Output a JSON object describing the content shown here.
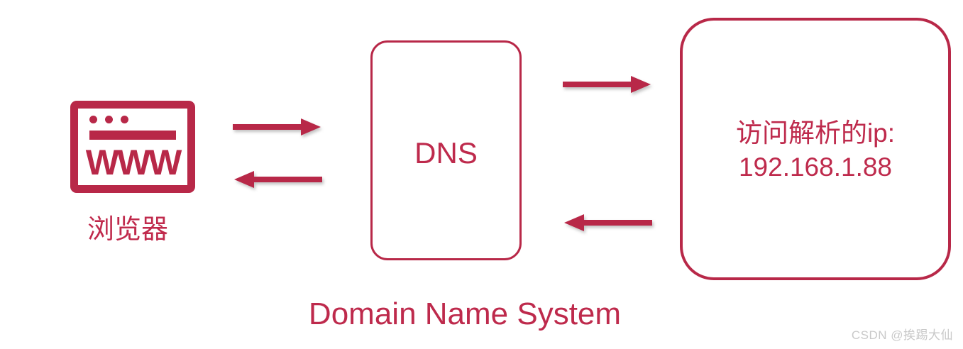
{
  "diagram": {
    "title": "Domain Name System",
    "accent_color": "#B82848",
    "text_color": "#BE2A4C",
    "background": "#ffffff"
  },
  "browser": {
    "icon_name": "browser-www-icon",
    "www_text": "WWW",
    "label": "浏览器",
    "dots": [
      "dot-1",
      "dot-2",
      "dot-3"
    ]
  },
  "dns": {
    "label": "DNS"
  },
  "ip_node": {
    "line1": "访问解析的ip:",
    "line2": "192.168.1.88"
  },
  "arrows": [
    {
      "name": "arrow-browser-to-dns",
      "direction": "right"
    },
    {
      "name": "arrow-dns-to-browser",
      "direction": "left"
    },
    {
      "name": "arrow-dns-to-ip",
      "direction": "right"
    },
    {
      "name": "arrow-ip-to-dns",
      "direction": "left"
    }
  ],
  "watermark": {
    "text": "CSDN @挨踢大仙"
  }
}
